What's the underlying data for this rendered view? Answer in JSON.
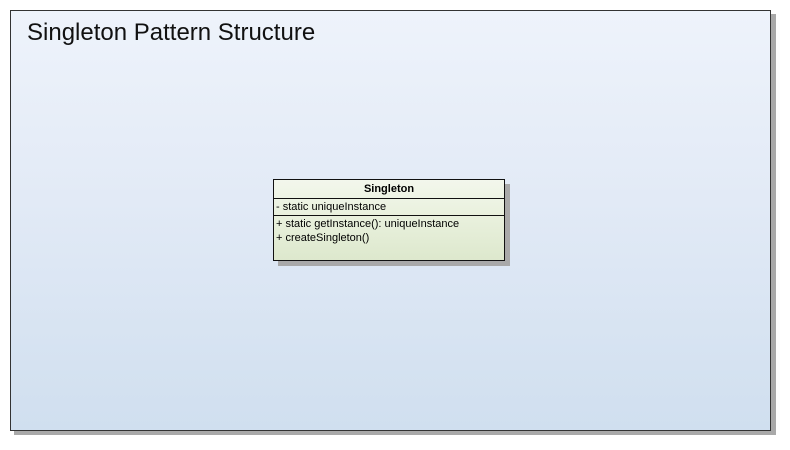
{
  "diagram": {
    "frame_title": "Singleton Pattern Structure",
    "class": {
      "name": "Singleton",
      "attributes": [
        "- static uniqueInstance"
      ],
      "operations": [
        "+ static getInstance(): uniqueInstance",
        "+ createSingleton()"
      ]
    }
  },
  "colors": {
    "frame_background_top": "#eef3fb",
    "frame_background_bottom": "#d0dfef",
    "class_background_top": "#f3f7ec",
    "class_background_bottom": "#dde8cd",
    "border": "#111111",
    "shadow": "#a9a9a9"
  }
}
